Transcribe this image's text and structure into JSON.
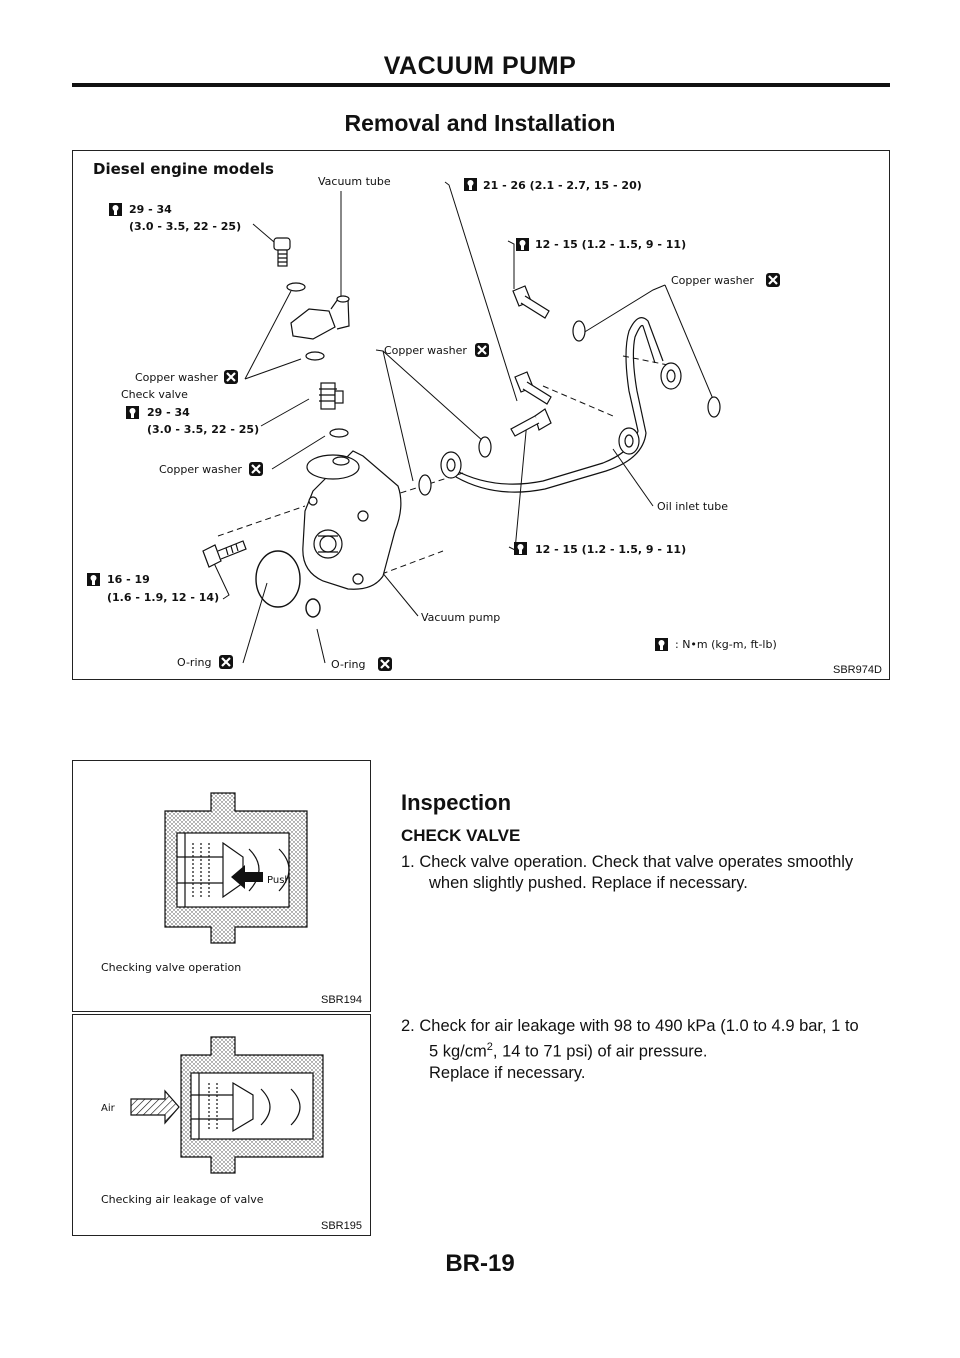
{
  "header": {
    "title": "VACUUM PUMP"
  },
  "section1": {
    "title": "Removal and Installation"
  },
  "figure1": {
    "heading": "Diesel engine models",
    "code": "SBR974D",
    "labels": {
      "vacuum_tube": "Vacuum tube",
      "torque_top_left": "29 - 34",
      "torque_top_left_2": "(3.0 - 3.5, 22 - 25)",
      "torque_top_right": "21 - 26 (2.1 - 2.7, 15 - 20)",
      "torque_mid_right": "12 - 15 (1.2 - 1.5, 9 - 11)",
      "copper_washer_1": "Copper washer",
      "copper_washer_2": "Copper washer",
      "copper_washer_3": "Copper washer",
      "copper_washer_4": "Copper washer",
      "check_valve": "Check valve",
      "torque_check_valve": "29 - 34",
      "torque_check_valve_2": "(3.0 - 3.5, 22 - 25)",
      "oil_inlet_tube": "Oil inlet tube",
      "torque_bottom_right": "12 - 15 (1.2 - 1.5, 9 - 11)",
      "torque_bottom_left": "16 - 19",
      "torque_bottom_left_2": "(1.6 - 1.9, 12 - 14)",
      "vacuum_pump": "Vacuum pump",
      "o_ring_1": "O-ring",
      "o_ring_2": "O-ring",
      "unit_legend": ": N•m (kg-m, ft-lb)"
    }
  },
  "section2": {
    "title": "Inspection",
    "subtitle": "CHECK VALVE",
    "step1_num": "1.",
    "step1_line1": "Check valve operation. Check that valve operates smoothly",
    "step1_line2": "when slightly pushed. Replace if necessary.",
    "step2_num": "2.",
    "step2_line1": "Check for air leakage with 98 to 490 kPa (1.0 to 4.9 bar, 1 to",
    "step2_line2a": "5 kg/cm",
    "step2_sup": "2",
    "step2_line2b": ", 14 to 71 psi) of air pressure.",
    "step2_line3": "Replace if necessary."
  },
  "figure2": {
    "push_label": "Push",
    "caption": "Checking valve operation",
    "code": "SBR194"
  },
  "figure3": {
    "air_label": "Air",
    "caption": "Checking air leakage of valve",
    "code": "SBR195"
  },
  "footer": {
    "page": "BR-19"
  }
}
